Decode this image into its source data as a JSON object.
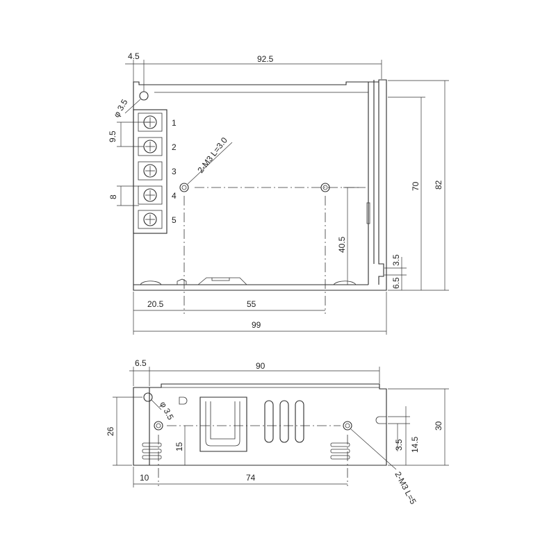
{
  "top_view": {
    "dims": {
      "left_offset": "4.5",
      "total_width": "92.5",
      "hole_dia": "φ 3.5",
      "pitch": "9.5",
      "terminal_pitch": "8",
      "screw_note": "2-M3 L=3.0",
      "height_70": "70",
      "height_82": "82",
      "height_40_5": "40.5",
      "slot_3_5": "3.5",
      "slot_6_5": "6.5",
      "bottom_20_5": "20.5",
      "bottom_55": "55",
      "bottom_99": "99"
    },
    "terminals": [
      "1",
      "2",
      "3",
      "4",
      "5"
    ]
  },
  "side_view": {
    "dims": {
      "left_offset": "6.5",
      "total_width": "90",
      "hole_dia": "φ 3.5",
      "height_26": "26",
      "height_15": "15",
      "height_30": "30",
      "slot_3_5": "3.5",
      "slot_14_5": "14.5",
      "bottom_10": "10",
      "bottom_74": "74",
      "screw_note": "2-M3 L=5"
    }
  }
}
